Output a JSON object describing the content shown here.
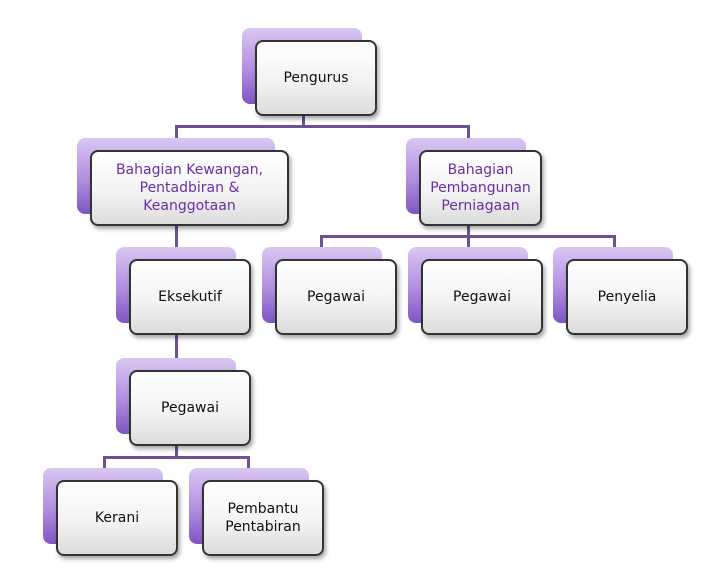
{
  "diagram": {
    "root": {
      "label": "Pengurus"
    },
    "dept_finance": {
      "label": "Bahagian Kewangan, Pentadbiran & Keanggotaan"
    },
    "dept_business": {
      "label": "Bahagian Pembangunan Perniagaan"
    },
    "executive": {
      "label": "Eksekutif"
    },
    "finance_officer": {
      "label": "Pegawai"
    },
    "clerk": {
      "label": "Kerani"
    },
    "admin_assistant": {
      "label": "Pembantu Pentabiran"
    },
    "business_officer_1": {
      "label": "Pegawai"
    },
    "business_officer_2": {
      "label": "Pegawai"
    },
    "supervisor": {
      "label": "Penyelia"
    }
  },
  "colors": {
    "accent_purple": "#6b2fa5",
    "shadow_purple": "#b08ee0",
    "connector": "#6e5191"
  }
}
